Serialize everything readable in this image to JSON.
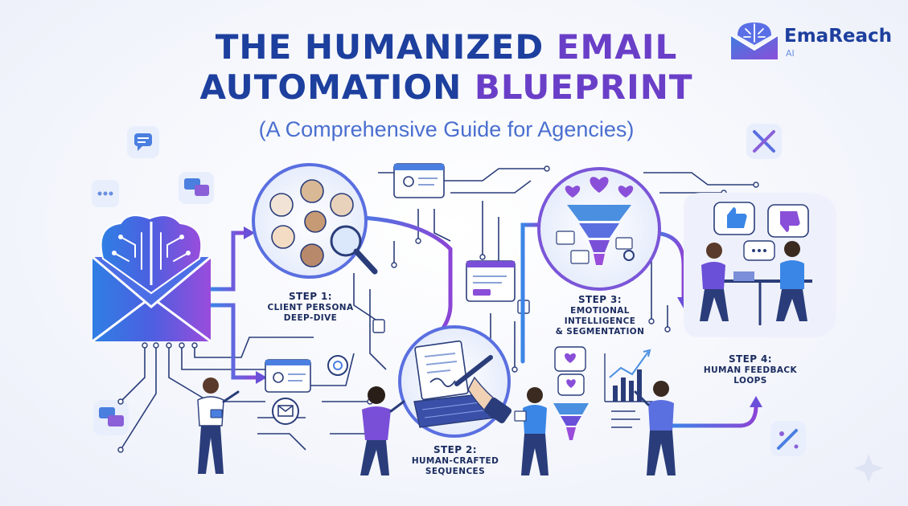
{
  "header": {
    "title_line1_plain": "THE HUMANIZED",
    "title_line1_accent": "EMAIL",
    "title_line2_plain": "AUTOMATION",
    "title_line2_accent": "BLUEPRINT",
    "subtitle": "(A Comprehensive Guide for Agencies)"
  },
  "brand": {
    "name": "EmaReach",
    "suffix": "AI"
  },
  "steps": [
    {
      "number": "STEP 1:",
      "lines": [
        "CLIENT PERSONA",
        "DEEP-DIVE"
      ]
    },
    {
      "number": "STEP 2:",
      "lines": [
        "HUMAN-CRAFTED",
        "SEQUENCES"
      ]
    },
    {
      "number": "STEP 3:",
      "lines": [
        "EMOTIONAL",
        "INTELLIGENCE",
        "& SEGMENTATION"
      ]
    },
    {
      "number": "STEP 4:",
      "lines": [
        "HUMAN FEEDBACK",
        "LOOPS"
      ]
    }
  ],
  "colors": {
    "primary_blue": "#1d3f9e",
    "accent_purple": "#6a3fc8",
    "light_blue": "#4a8fe0",
    "dark_text": "#1a2b5e"
  },
  "icons": [
    "chat-bubble-icon",
    "typing-dots-icon",
    "tools-icon",
    "magic-wand-icon",
    "sparkle-icon",
    "brain-envelope-icon",
    "magnifier-icon",
    "funnel-icon",
    "keyboard-icon",
    "pen-icon",
    "thumbs-up-icon",
    "thumbs-down-icon",
    "heart-icon",
    "bar-chart-icon"
  ]
}
